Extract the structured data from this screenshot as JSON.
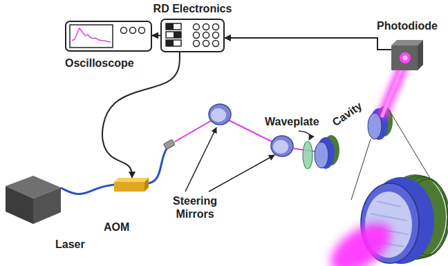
{
  "diagram": {
    "nodes": [
      {
        "text": [
          "RD Electronics"
        ]
      },
      {
        "text": [
          "Photodiode"
        ]
      },
      {
        "text": [
          "Oscilloscope"
        ]
      },
      {
        "text": [
          "AOM"
        ]
      },
      {
        "text": [
          "Laser"
        ]
      }
    ],
    "edges": [
      {
        "from": 0,
        "to": 2,
        "arrow": "to"
      },
      {
        "from": 1,
        "to": 0,
        "arrow": "to"
      },
      {
        "from": 0,
        "to": 3,
        "arrow": "to"
      },
      {
        "from": 4,
        "to": 3,
        "arrow": "none"
      }
    ],
    "labels": [
      "Waveplate",
      "Cavity",
      "Steering Mirrors"
    ]
  }
}
